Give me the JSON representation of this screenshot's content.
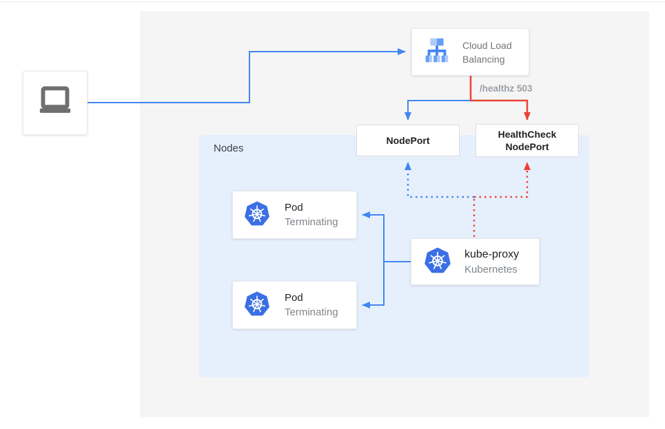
{
  "diagram": {
    "client": {
      "icon": "laptop-icon"
    },
    "load_balancer": {
      "label": "Cloud Load Balancing",
      "icon": "cloud-load-balancing-icon"
    },
    "health_check_label": "/healthz 503",
    "node_port": {
      "label": "NodePort"
    },
    "health_check_node_port": {
      "label": "HealthCheck NodePort"
    },
    "nodes": {
      "label": "Nodes",
      "pods": [
        {
          "title": "Pod",
          "status": "Terminating",
          "icon": "kubernetes-icon"
        },
        {
          "title": "Pod",
          "status": "Terminating",
          "icon": "kubernetes-icon"
        }
      ],
      "kube_proxy": {
        "title": "kube-proxy",
        "subtitle": "Kubernetes",
        "icon": "kubernetes-icon"
      }
    },
    "colors": {
      "traffic_blue": "#4285F4",
      "health_red": "#EA4335",
      "kubernetes_blue": "#3B70E4",
      "panel_bg": "#F5F5F5",
      "nodes_bg": "#E6F0FC",
      "muted_text": "#757575"
    }
  }
}
